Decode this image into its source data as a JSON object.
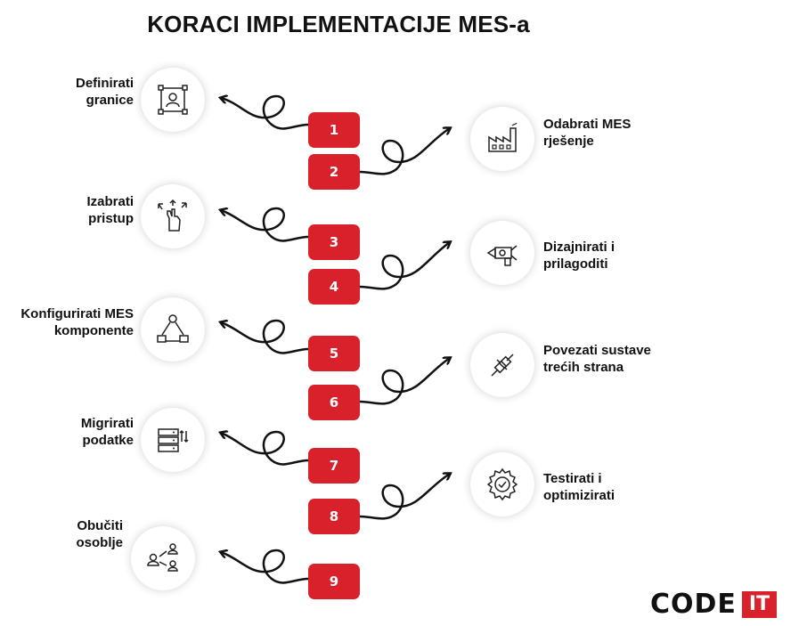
{
  "title": "KORACI IMPLEMENTACIJE MES-a",
  "steps": [
    {
      "number": "1",
      "side": "left",
      "label_lines": [
        "Definirati",
        "granice"
      ],
      "icon": "boundary-person-icon"
    },
    {
      "number": "2",
      "side": "right",
      "label_lines": [
        "Odabrati MES",
        "rješenje"
      ],
      "icon": "factory-icon"
    },
    {
      "number": "3",
      "side": "left",
      "label_lines": [
        "Izabrati",
        "pristup"
      ],
      "icon": "hand-arrows-icon"
    },
    {
      "number": "4",
      "side": "right",
      "label_lines": [
        "Dizajnirati i",
        "prilagoditi"
      ],
      "icon": "design-tool-icon"
    },
    {
      "number": "5",
      "side": "left",
      "label_lines": [
        "Konfigurirati MES",
        "komponente"
      ],
      "icon": "components-flow-icon"
    },
    {
      "number": "6",
      "side": "right",
      "label_lines": [
        "Povezati sustave",
        "trećih strana"
      ],
      "icon": "plug-connector-icon"
    },
    {
      "number": "7",
      "side": "left",
      "label_lines": [
        "Migrirati",
        "podatke"
      ],
      "icon": "server-transfer-icon"
    },
    {
      "number": "8",
      "side": "right",
      "label_lines": [
        "Testirati i",
        "optimizirati"
      ],
      "icon": "gear-check-icon"
    },
    {
      "number": "9",
      "side": "left",
      "label_lines": [
        "Obučiti",
        "osoblje"
      ],
      "icon": "people-network-icon"
    }
  ],
  "logo": {
    "code": "CODE",
    "it": "IT"
  },
  "colors": {
    "accent": "#d9212c",
    "text": "#111111"
  }
}
